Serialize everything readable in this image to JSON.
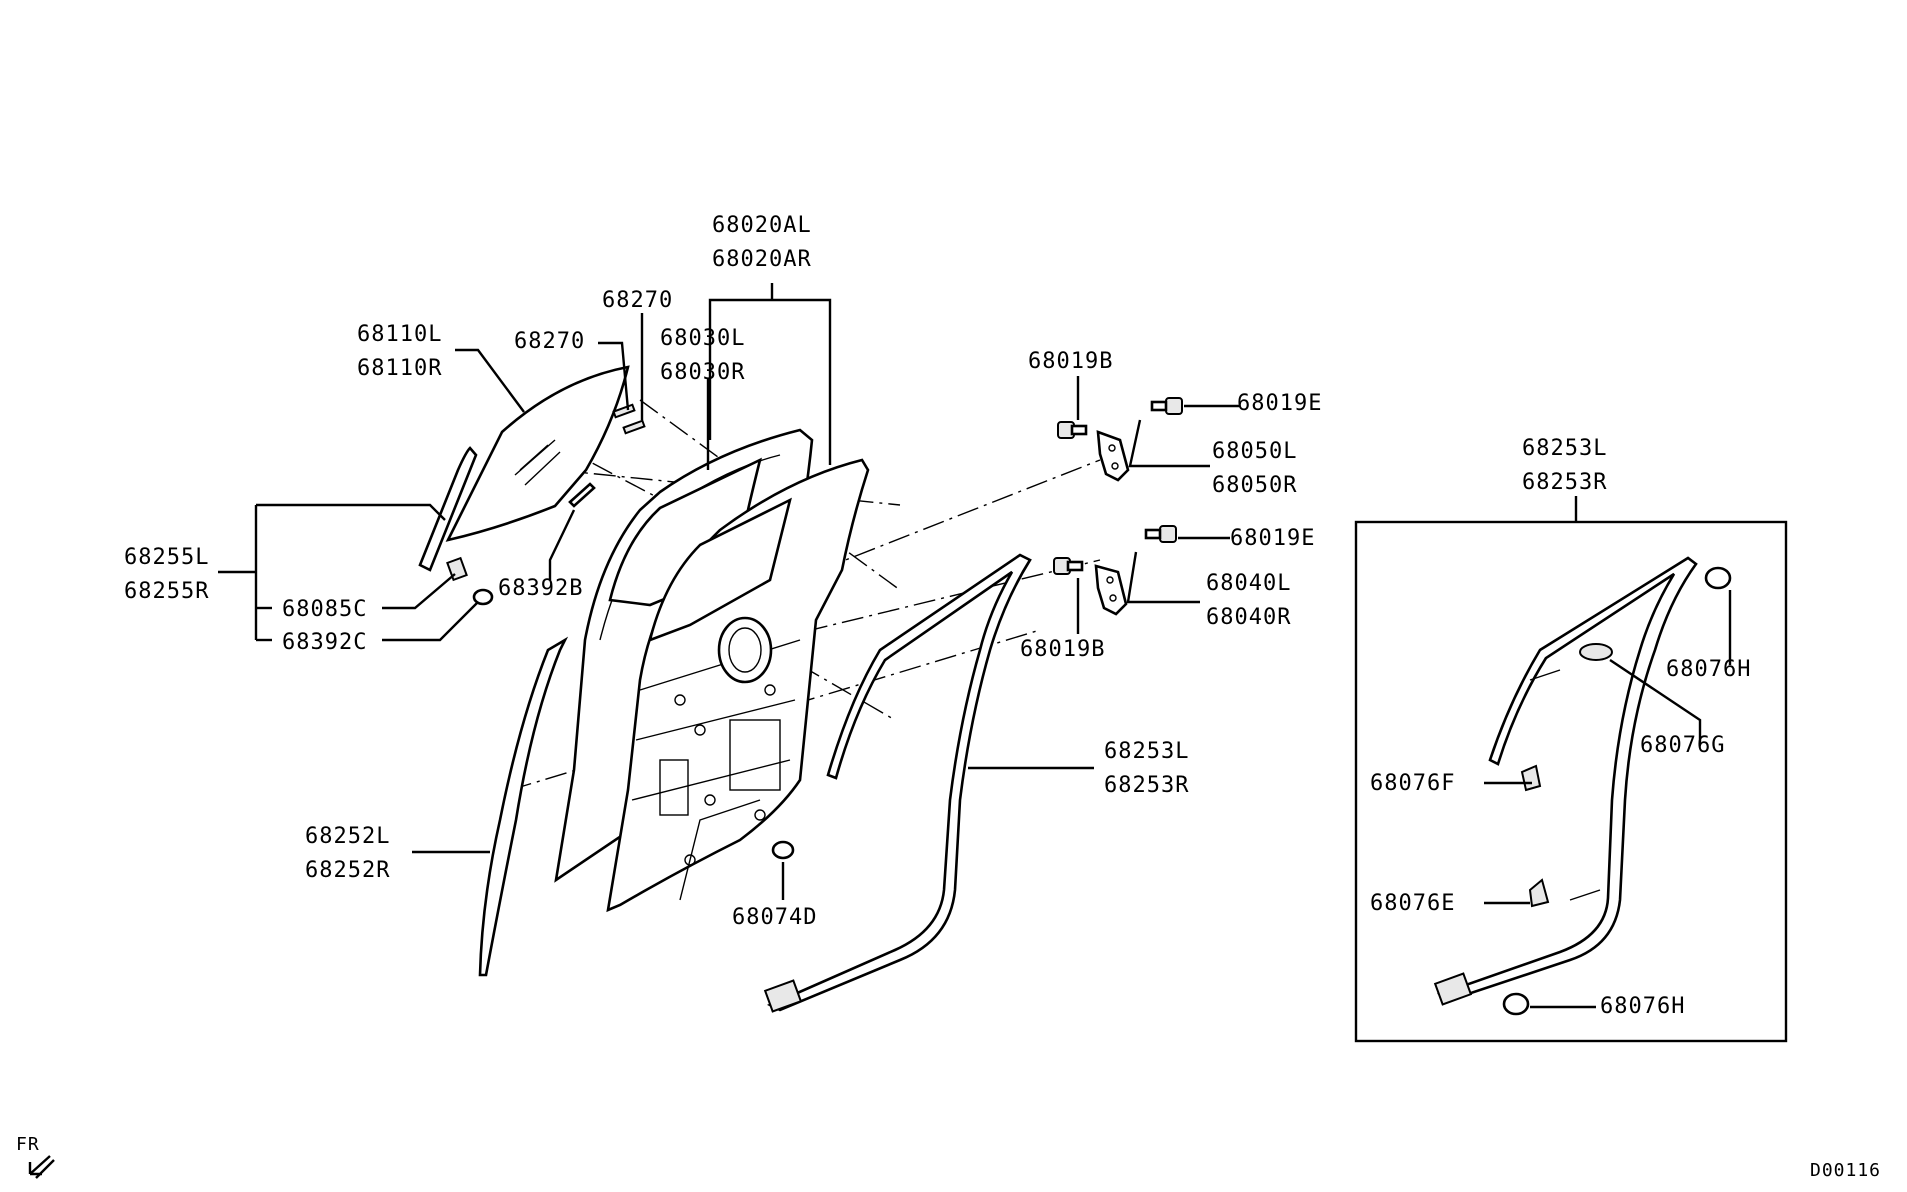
{
  "labels": {
    "p68020AL": "68020AL",
    "p68020AR": "68020AR",
    "p68270a": "68270",
    "p68270b": "68270",
    "p68030L": "68030L",
    "p68030R": "68030R",
    "p68110L": "68110L",
    "p68110R": "68110R",
    "p68255L": "68255L",
    "p68255R": "68255R",
    "p68085C": "68085C",
    "p68392C": "68392C",
    "p68392B": "68392B",
    "p68252L": "68252L",
    "p68252R": "68252R",
    "p68074D": "68074D",
    "p68019B_top": "68019B",
    "p68019E_top": "68019E",
    "p68050L": "68050L",
    "p68050R": "68050R",
    "p68019E_mid": "68019E",
    "p68040L": "68040L",
    "p68040R": "68040R",
    "p68019B_bot": "68019B",
    "p68253L": "68253L",
    "p68253R": "68253R",
    "box68253L": "68253L",
    "box68253R": "68253R",
    "p68076H_top": "68076H",
    "p68076G": "68076G",
    "p68076F": "68076F",
    "p68076E": "68076E",
    "p68076H_bot": "68076H"
  },
  "direction": {
    "label": "FR"
  },
  "diagram_code": "D00116",
  "icons": {
    "front_arrow": "arrow-down-left-icon"
  }
}
